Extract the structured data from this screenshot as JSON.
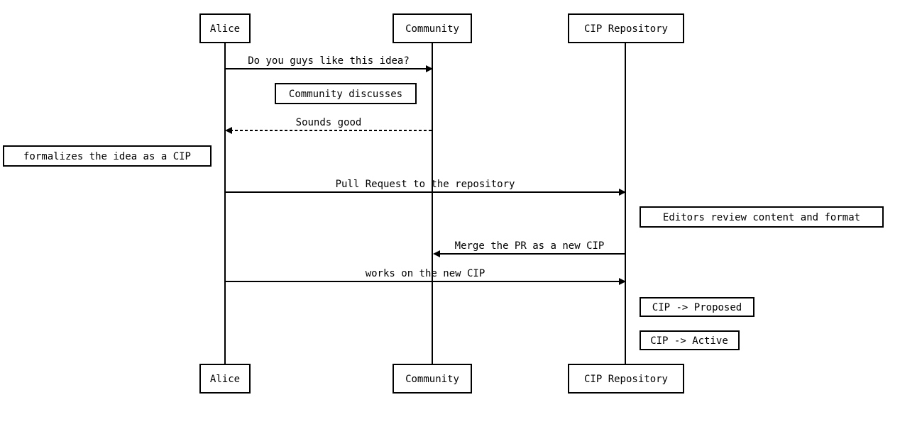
{
  "participants": [
    {
      "id": "alice",
      "label": "Alice"
    },
    {
      "id": "community",
      "label": "Community"
    },
    {
      "id": "repo",
      "label": "CIP Repository"
    }
  ],
  "messages": [
    {
      "label": "Do you guys like this idea?",
      "from": "alice",
      "to": "community",
      "style": "solid"
    },
    {
      "label": "Sounds good",
      "from": "community",
      "to": "alice",
      "style": "dashed"
    },
    {
      "label": "Pull Request to the repository",
      "from": "alice",
      "to": "repo",
      "style": "solid"
    },
    {
      "label": "Merge the PR as a new CIP",
      "from": "repo",
      "to": "community",
      "style": "solid"
    },
    {
      "label": "works on the new CIP",
      "from": "alice",
      "to": "repo",
      "style": "solid"
    }
  ],
  "notes": [
    {
      "label": "Community discusses"
    },
    {
      "label": "formalizes the idea as a CIP"
    },
    {
      "label": "Editors review content and format"
    },
    {
      "label": "CIP -> Proposed"
    },
    {
      "label": "CIP -> Active"
    }
  ]
}
